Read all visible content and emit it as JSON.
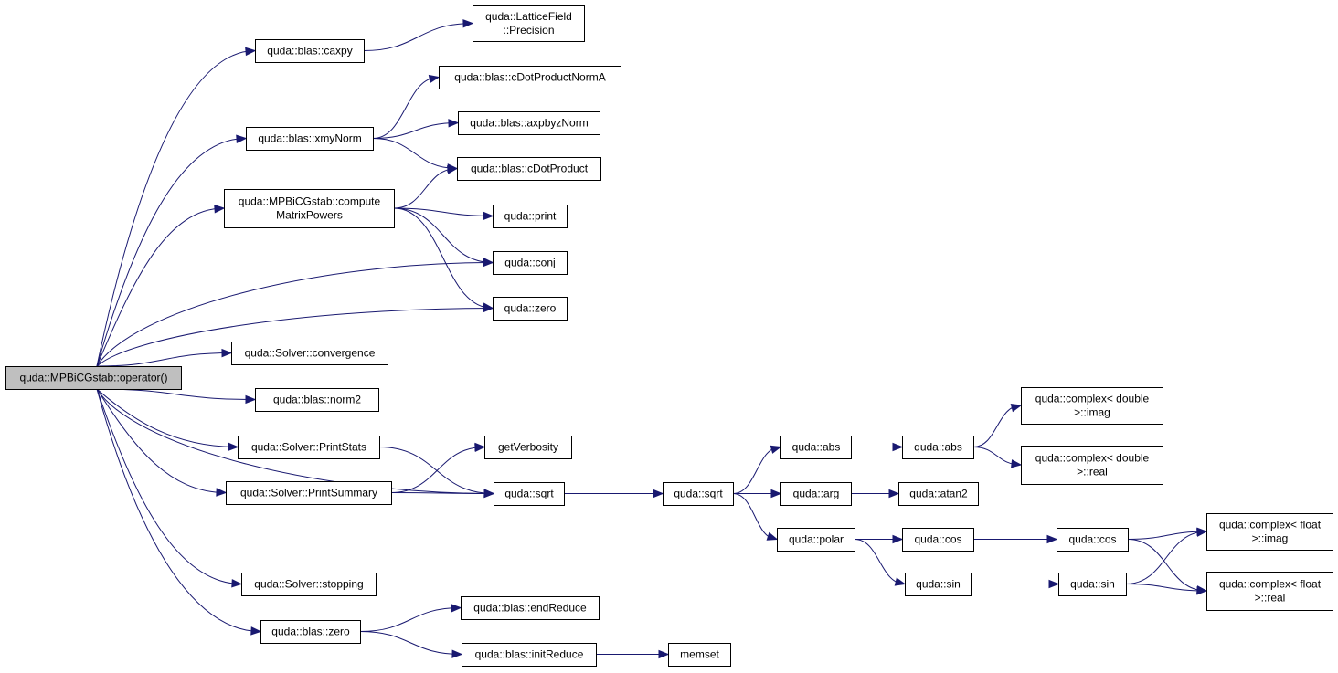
{
  "graph": {
    "root": "quda::MPBiCGstab::operator()",
    "nodes": {
      "root": [
        "quda::MPBiCGstab::operator()"
      ],
      "caxpy": [
        "quda::blas::caxpy"
      ],
      "precision": [
        "quda::LatticeField",
        "::Precision"
      ],
      "cdotnorma": [
        "quda::blas::cDotProductNormA"
      ],
      "xmynorm": [
        "quda::blas::xmyNorm"
      ],
      "axpbyz": [
        "quda::blas::axpbyzNorm"
      ],
      "cdot": [
        "quda::blas::cDotProduct"
      ],
      "compute": [
        "quda::MPBiCGstab::compute",
        "MatrixPowers"
      ],
      "print": [
        "quda::print"
      ],
      "conj": [
        "quda::conj"
      ],
      "zero": [
        "quda::zero"
      ],
      "convergence": [
        "quda::Solver::convergence"
      ],
      "norm2": [
        "quda::blas::norm2"
      ],
      "printstats": [
        "quda::Solver::PrintStats"
      ],
      "getverb": [
        "getVerbosity"
      ],
      "printsummary": [
        "quda::Solver::PrintSummary"
      ],
      "sqrt1": [
        "quda::sqrt"
      ],
      "sqrt2": [
        "quda::sqrt"
      ],
      "stopping": [
        "quda::Solver::stopping"
      ],
      "blaszero": [
        "quda::blas::zero"
      ],
      "endreduce": [
        "quda::blas::endReduce"
      ],
      "initreduce": [
        "quda::blas::initReduce"
      ],
      "memset": [
        "memset"
      ],
      "abs1": [
        "quda::abs"
      ],
      "abs2": [
        "quda::abs"
      ],
      "cdimag": [
        "quda::complex< double",
        ">::imag"
      ],
      "cdreal": [
        "quda::complex< double",
        ">::real"
      ],
      "arg": [
        "quda::arg"
      ],
      "atan2": [
        "quda::atan2"
      ],
      "polar": [
        "quda::polar"
      ],
      "cos1": [
        "quda::cos"
      ],
      "cos2": [
        "quda::cos"
      ],
      "cfimag": [
        "quda::complex< float",
        ">::imag"
      ],
      "sin1": [
        "quda::sin"
      ],
      "sin2": [
        "quda::sin"
      ],
      "cfreal": [
        "quda::complex< float",
        ">::real"
      ]
    },
    "edges": [
      [
        "root",
        "caxpy"
      ],
      [
        "root",
        "xmynorm"
      ],
      [
        "root",
        "compute"
      ],
      [
        "root",
        "conj"
      ],
      [
        "root",
        "zero"
      ],
      [
        "root",
        "convergence"
      ],
      [
        "root",
        "norm2"
      ],
      [
        "root",
        "printstats"
      ],
      [
        "root",
        "printsummary"
      ],
      [
        "root",
        "sqrt1"
      ],
      [
        "root",
        "stopping"
      ],
      [
        "root",
        "blaszero"
      ],
      [
        "caxpy",
        "precision"
      ],
      [
        "xmynorm",
        "cdotnorma"
      ],
      [
        "xmynorm",
        "axpbyz"
      ],
      [
        "xmynorm",
        "cdot"
      ],
      [
        "compute",
        "cdot"
      ],
      [
        "compute",
        "print"
      ],
      [
        "compute",
        "conj"
      ],
      [
        "compute",
        "zero"
      ],
      [
        "printstats",
        "getverb"
      ],
      [
        "printstats",
        "sqrt1"
      ],
      [
        "printsummary",
        "getverb"
      ],
      [
        "printsummary",
        "sqrt1"
      ],
      [
        "sqrt1",
        "sqrt2"
      ],
      [
        "sqrt2",
        "abs1"
      ],
      [
        "sqrt2",
        "arg"
      ],
      [
        "sqrt2",
        "polar"
      ],
      [
        "abs1",
        "abs2"
      ],
      [
        "abs2",
        "cdimag"
      ],
      [
        "abs2",
        "cdreal"
      ],
      [
        "arg",
        "atan2"
      ],
      [
        "polar",
        "cos1"
      ],
      [
        "polar",
        "sin1"
      ],
      [
        "cos1",
        "cos2"
      ],
      [
        "sin1",
        "sin2"
      ],
      [
        "cos2",
        "cfimag"
      ],
      [
        "cos2",
        "cfreal"
      ],
      [
        "sin2",
        "cfimag"
      ],
      [
        "sin2",
        "cfreal"
      ],
      [
        "blaszero",
        "endreduce"
      ],
      [
        "blaszero",
        "initreduce"
      ],
      [
        "initreduce",
        "memset"
      ]
    ]
  }
}
